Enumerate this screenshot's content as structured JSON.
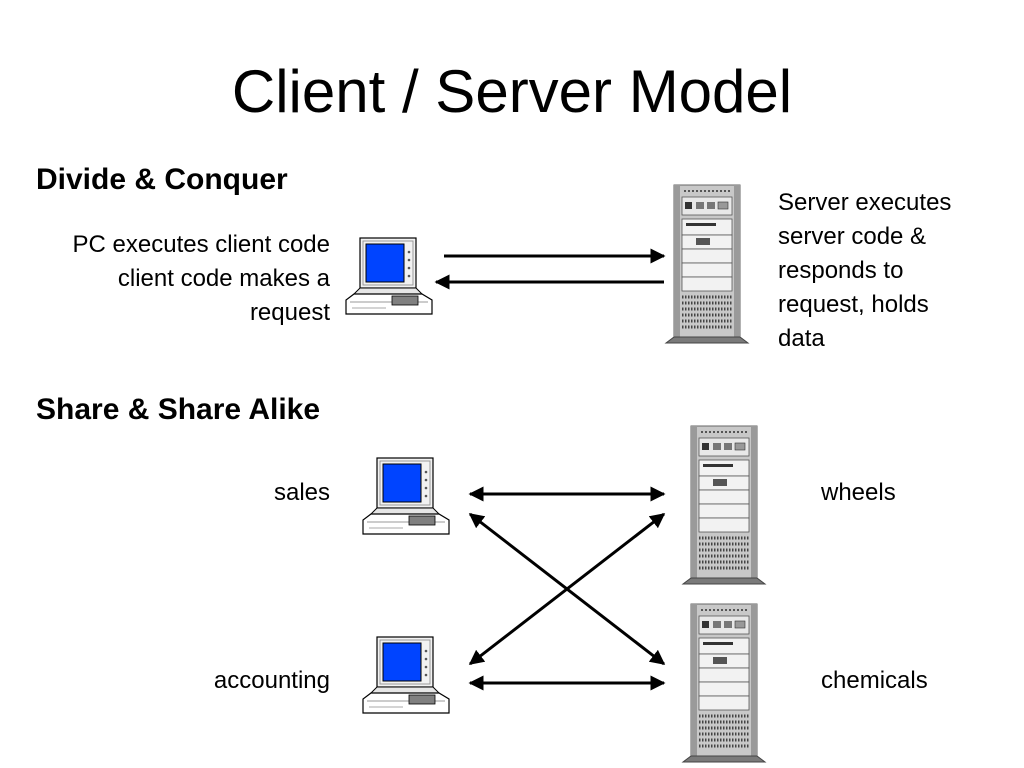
{
  "title": "Client / Server Model",
  "section1": {
    "heading": "Divide & Conquer",
    "client_text": [
      "PC executes client code",
      "client code makes a",
      "request"
    ],
    "server_text": [
      "Server executes",
      "server code &",
      "responds to",
      "request, holds",
      "data"
    ]
  },
  "section2": {
    "heading": "Share & Share Alike",
    "clients": [
      "sales",
      "accounting"
    ],
    "servers": [
      "wheels",
      "chemicals"
    ]
  },
  "colors": {
    "screen": "#0044ff",
    "server_body": "#c8c8c8",
    "server_shadow": "#7a7a7a"
  }
}
